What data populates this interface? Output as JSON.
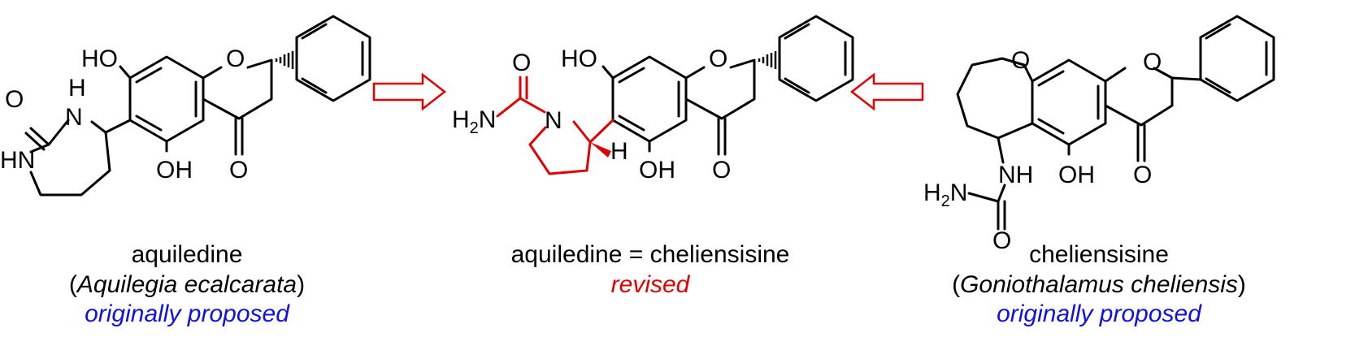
{
  "structures": [
    {
      "name": "aquiledine",
      "source_open": "(",
      "source": "Aquilegia ecalcarata",
      "source_close": ")",
      "status": "originally proposed",
      "atoms": {
        "ho": "HO",
        "o_ring": "O",
        "o_carbonyl_urea": "O",
        "nh": "H",
        "n": "N",
        "hn": "HN",
        "oh": "OH",
        "o_ketone": "O"
      }
    },
    {
      "name": "aquiledine = cheliensisine",
      "status": "revised",
      "atoms": {
        "o_carbonyl": "O",
        "h2n": "H",
        "sub2": "2",
        "n_amide": "N",
        "n_pyrrolidine": "N",
        "h_stereo": "H",
        "ho": "HO",
        "o_ring": "O",
        "oh": "OH",
        "o_ketone": "O"
      }
    },
    {
      "name": "cheliensisine",
      "source_open": "(",
      "source": "Goniothalamus cheliensis",
      "source_close": ")",
      "status": "originally proposed",
      "atoms": {
        "o_oxepane": "O",
        "o_ring": "O",
        "nh": "NH",
        "oh": "OH",
        "o_ketone": "O",
        "h2n": "H",
        "sub2": "2",
        "n_amide": "N",
        "o_urea": "O"
      }
    }
  ],
  "colors": {
    "proposed": "#1010e0",
    "revised": "#e00000",
    "structure": "#000000"
  }
}
